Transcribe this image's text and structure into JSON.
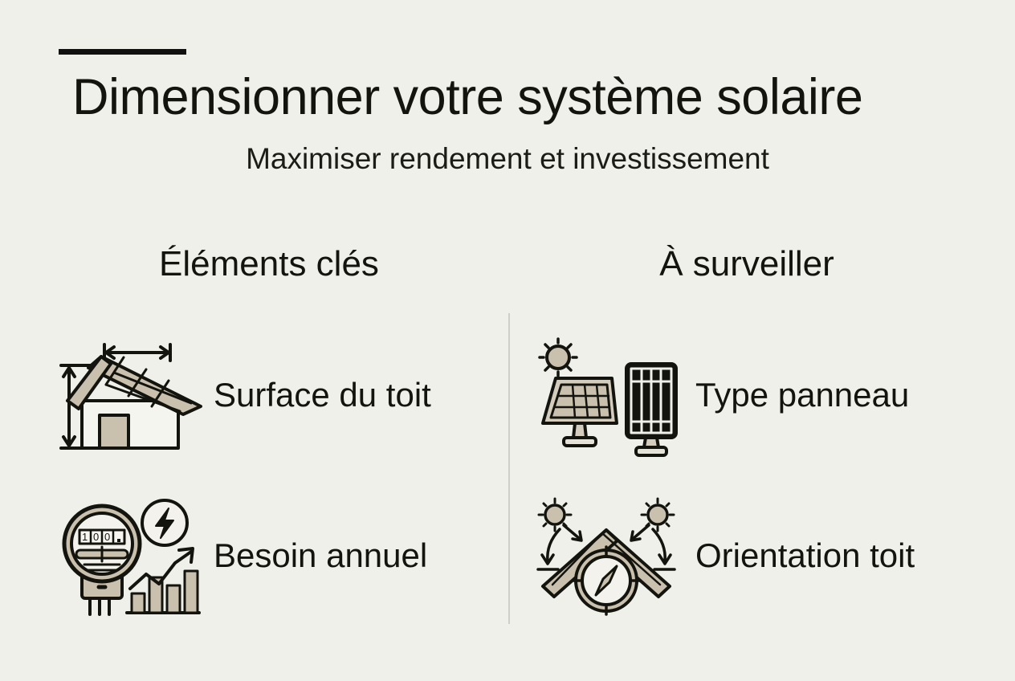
{
  "header": {
    "accent_bar_color": "#111111",
    "title": "Dimensionner votre système solaire",
    "subtitle": "Maximiser rendement et investissement"
  },
  "palette": {
    "background": "#f0f0ea",
    "ink": "#14140f",
    "tan": "#c9c0ae",
    "tan_light": "#d4cdbd",
    "panel_black": "#14140f",
    "divider": "#cfcfc8"
  },
  "columns": [
    {
      "heading": "Éléments clés",
      "items": [
        {
          "label": "Surface du toit",
          "icon": "house-roof-measure-icon"
        },
        {
          "label": "Besoin annuel",
          "icon": "electric-meter-chart-icon",
          "meter_digits": "100"
        }
      ]
    },
    {
      "heading": "À surveiller",
      "items": [
        {
          "label": "Type panneau",
          "icon": "solar-panels-types-icon"
        },
        {
          "label": "Orientation toit",
          "icon": "roof-compass-sun-icon"
        }
      ]
    }
  ],
  "divider": {
    "name": "column-divider"
  }
}
